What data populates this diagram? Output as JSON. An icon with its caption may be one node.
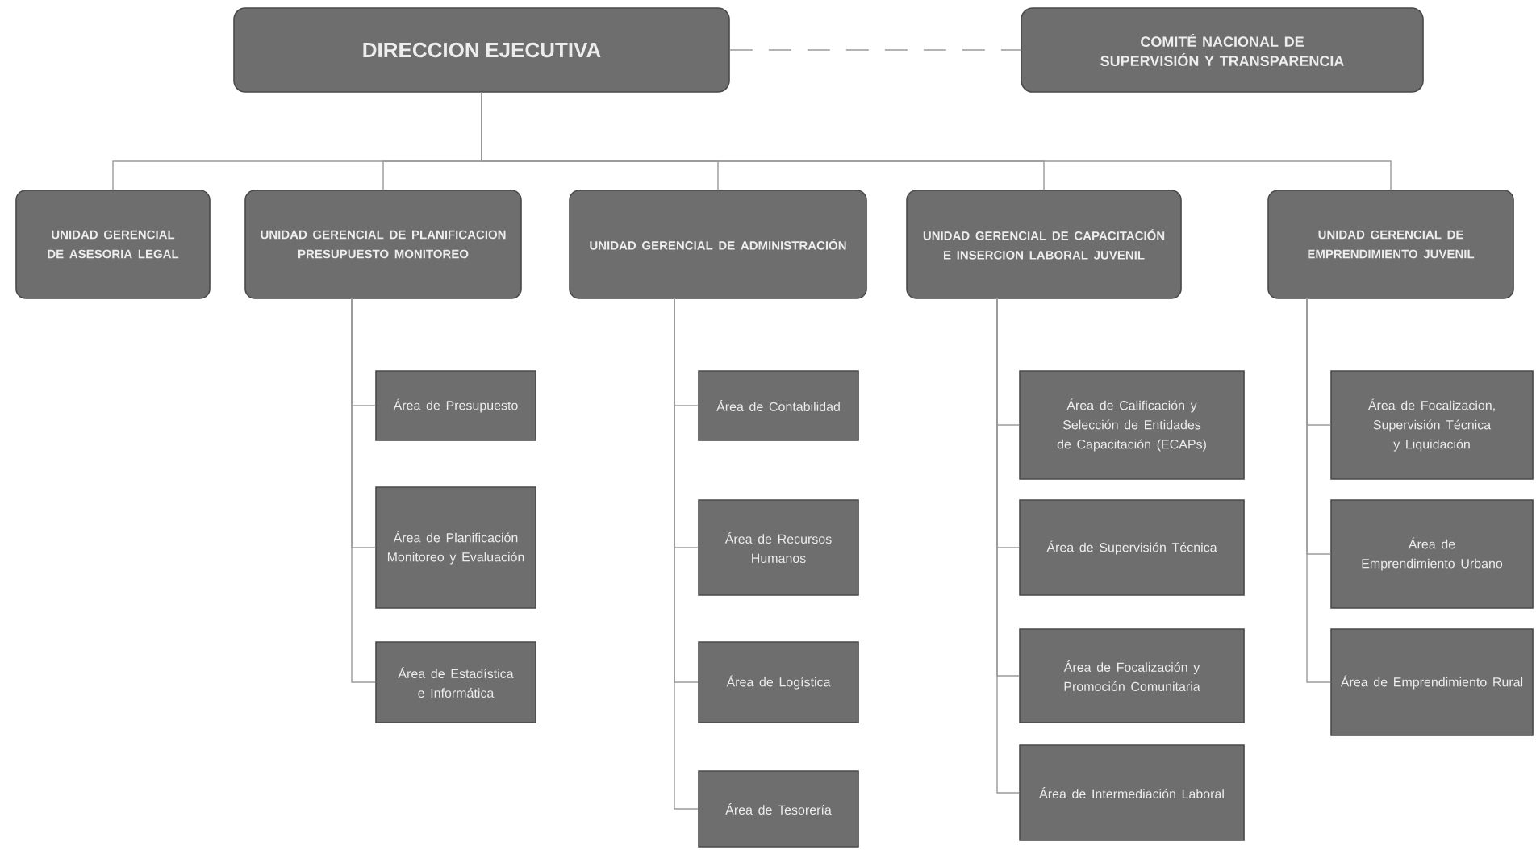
{
  "diagram": {
    "nodes": [
      {
        "text": [
          "DIRECCION EJECUTIVA"
        ]
      },
      {
        "text": [
          "COMITÉ NACIONAL DE SUPERVISIÓN Y TRANSPARENCIA"
        ]
      },
      {
        "text": [
          "UNIDAD GERENCIAL DE ASESORIA LEGAL"
        ]
      },
      {
        "text": [
          "UNIDAD GERENCIAL DE PLANIFICACION PRESUPUESTO MONITOREO"
        ]
      },
      {
        "text": [
          "UNIDAD GERENCIAL DE ADMINISTRACIÓN"
        ]
      },
      {
        "text": [
          "UNIDAD GERENCIAL DE CAPACITACIÓN E INSERCION LABORAL JUVENIL"
        ]
      },
      {
        "text": [
          "UNIDAD GERENCIAL DE EMPRENDIMIENTO JUVENIL"
        ]
      },
      {
        "text": [
          "Área de Presupuesto"
        ]
      },
      {
        "text": [
          "Área de Planificación Monitoreo y Evaluación"
        ]
      },
      {
        "text": [
          "Área de Estadística e Informática"
        ]
      },
      {
        "text": [
          "Área de Contabilidad"
        ]
      },
      {
        "text": [
          "Área de Recursos Humanos"
        ]
      },
      {
        "text": [
          "Área de Logística"
        ]
      },
      {
        "text": [
          "Área de Tesorería"
        ]
      },
      {
        "text": [
          "Área de Calificación y Selección de Entidades de Capacitación (ECAPs)"
        ]
      },
      {
        "text": [
          "Área de Supervisión Técnica"
        ]
      },
      {
        "text": [
          "Área de Focalización y Promoción Comunitaria"
        ]
      },
      {
        "text": [
          "Área de Intermediación Laboral"
        ]
      },
      {
        "text": [
          "Área de Focalizacion, Supervisión Técnica y Liquidación"
        ]
      },
      {
        "text": [
          "Área de Emprendimiento Urbano"
        ]
      },
      {
        "text": [
          "Área de Emprendimiento Rural"
        ]
      }
    ],
    "edges": [
      {
        "from": 0,
        "to": 1,
        "arrow": "none",
        "style": "dashed"
      },
      {
        "from": 0,
        "to": 2,
        "arrow": "none"
      },
      {
        "from": 0,
        "to": 3,
        "arrow": "none"
      },
      {
        "from": 0,
        "to": 4,
        "arrow": "none"
      },
      {
        "from": 0,
        "to": 5,
        "arrow": "none"
      },
      {
        "from": 0,
        "to": 6,
        "arrow": "none"
      },
      {
        "from": 3,
        "to": 7,
        "arrow": "none"
      },
      {
        "from": 3,
        "to": 8,
        "arrow": "none"
      },
      {
        "from": 3,
        "to": 9,
        "arrow": "none"
      },
      {
        "from": 4,
        "to": 10,
        "arrow": "none"
      },
      {
        "from": 4,
        "to": 11,
        "arrow": "none"
      },
      {
        "from": 4,
        "to": 12,
        "arrow": "none"
      },
      {
        "from": 4,
        "to": 13,
        "arrow": "none"
      },
      {
        "from": 5,
        "to": 14,
        "arrow": "none"
      },
      {
        "from": 5,
        "to": 15,
        "arrow": "none"
      },
      {
        "from": 5,
        "to": 16,
        "arrow": "none"
      },
      {
        "from": 5,
        "to": 17,
        "arrow": "none"
      },
      {
        "from": 6,
        "to": 18,
        "arrow": "none"
      },
      {
        "from": 6,
        "to": 19,
        "arrow": "none"
      },
      {
        "from": 6,
        "to": 20,
        "arrow": "none"
      }
    ]
  }
}
